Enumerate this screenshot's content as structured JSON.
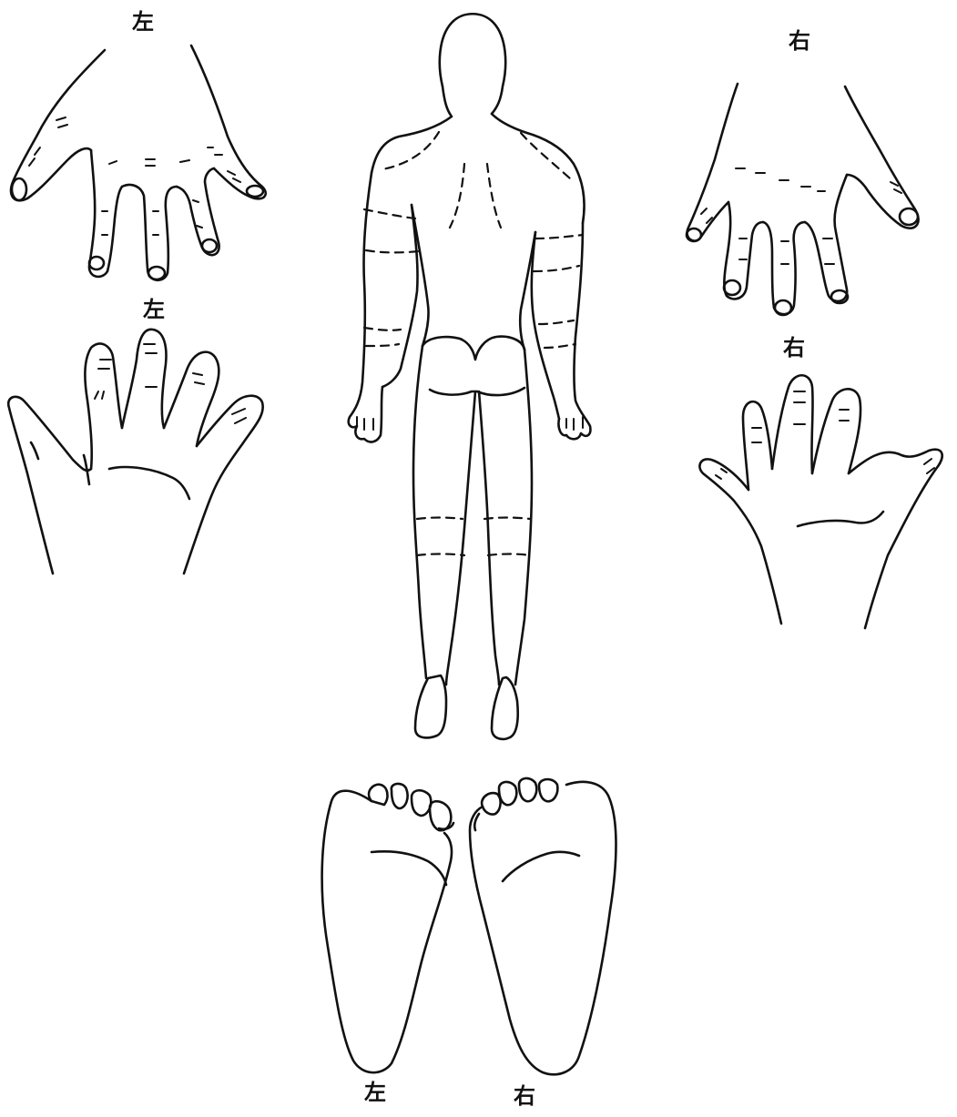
{
  "labels": {
    "left_hand_back": "左",
    "left_hand_palm": "左",
    "right_hand_back": "右",
    "right_hand_palm": "右",
    "left_foot": "左",
    "right_foot": "右"
  }
}
